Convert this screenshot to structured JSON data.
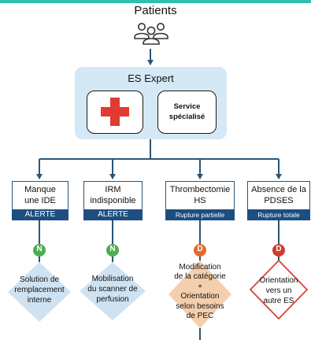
{
  "header": {
    "title": "Patients",
    "icon": "people-group-icon"
  },
  "expert": {
    "title": "ES Expert",
    "cross_icon": "red-cross-icon",
    "service_label": "Service spécialisé"
  },
  "scenarios": [
    {
      "line1": "Manque",
      "line2": "une IDE",
      "badge": "ALERTE",
      "marker": "N",
      "result": [
        "Solution de",
        "remplacement",
        "interne"
      ]
    },
    {
      "line1": "IRM",
      "line2": "indisponible",
      "badge": "ALERTE",
      "marker": "N",
      "result": [
        "Mobilisation",
        "du scanner de",
        "perfusion"
      ]
    },
    {
      "line1": "Thrombectomie",
      "line2": "HS",
      "badge": "Rupture partielle",
      "marker": "D",
      "result": [
        "Modification",
        "de la catégorie",
        "+",
        "Orientation",
        "selon besoins",
        "de PEC"
      ]
    },
    {
      "line1": "Absence de la",
      "line2": "PDSES",
      "badge": "Rupture totale",
      "marker": "D",
      "result": [
        "Orientation",
        "vers un",
        "autre ES"
      ]
    }
  ],
  "colors": {
    "accent_teal": "#2fbfb0",
    "connector": "#2c5677",
    "badge_bg": "#1c4e80",
    "expert_bg": "#d4e8f5",
    "cross_red": "#e23a32",
    "marker_green": "#4caf50",
    "marker_orange": "#e46b2a",
    "marker_red": "#d33a2a",
    "diamond_blue": "#cfe2f1",
    "diamond_orange": "#f4cfae",
    "diamond_red_border": "#d9413a"
  }
}
